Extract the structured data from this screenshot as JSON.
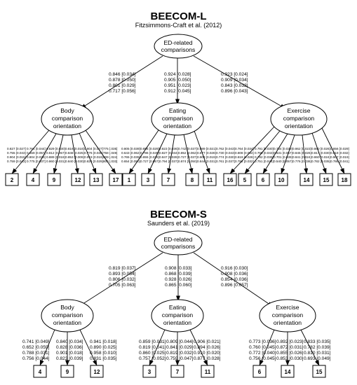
{
  "panels": [
    {
      "title": "BEECOM-L",
      "subtitle": "Fitzsimmons-Craft et al. (2012)",
      "root_label": [
        "ED-related",
        "comparisons"
      ],
      "factor_loadings": [
        [
          "0.846 [0.034]",
          "0.878 [0.050]",
          "0.801 [0.029]",
          "0.717 [0.056]"
        ],
        [
          "0.924 [0.028]",
          "0.905 [0.050]",
          "0.951 [0.023]",
          "0.912 [0.045]"
        ],
        [
          "0.923 [0.024]",
          "0.909 [0.034]",
          "0.843 [0.032]",
          "0.896 [0.043]"
        ]
      ],
      "factors": [
        {
          "label": [
            "Body",
            "comparison",
            "orientation"
          ],
          "items": [
            {
              "id": "2",
              "loadings": [
                "0.827 [0.027]",
                "0.755 [0.043]",
                "0.904 [0.015]",
                "0.759 [0.043]"
              ]
            },
            {
              "id": "4",
              "loadings": [
                "0.764 [0.044]",
                "0.659 [0.057]",
                "0.804 [0.029]",
                "0.775 [0.037]"
              ]
            },
            {
              "id": "9",
              "loadings": [
                "0.829 [0.030]",
                "0.812 [0.057]",
                "0.889 [0.018]",
                "0.860 [0.031]"
              ]
            },
            {
              "id": "12",
              "loadings": [
                "0.816 [0.018]",
                "0.846 [0.025]",
                "0.853 [0.009]",
                "0.840 [0.030]"
              ]
            },
            {
              "id": "13",
              "loadings": [
                "0.804 [0.027]",
                "0.776 [0.036]",
                "0.919 [0.019]",
                "0.826 [0.029]"
              ]
            },
            {
              "id": "17",
              "loadings": [
                "775 [.035]",
                "758 [.049]",
                "809 [.024]",
                "800 [.033]"
              ]
            }
          ]
        },
        {
          "label": [
            "Eating",
            "comparison",
            "orientation"
          ],
          "items": [
            {
              "id": "1",
              "loadings": [
                "0.805 [0.039]",
                "0.643 [0.062]",
                "0.765 [0.039]",
                "0.654 [0.050]"
              ]
            },
            {
              "id": "3",
              "loadings": [
                "0.855 [0.029]",
                "0.796 [0.045]",
                "0.855 [0.028]",
                "0.727 [0.057]"
              ]
            },
            {
              "id": "7",
              "loadings": [
                "0.823 [0.036]",
                "0.827 [0.034]",
                "0.847 [0.039]",
                "0.794 [0.037]"
              ]
            },
            {
              "id": "8",
              "loadings": [
                "0.742 [0.037]",
                "0.852 [0.062]",
                "0.727 [0.037]",
                "0.874 [0.050]"
              ]
            },
            {
              "id": "11",
              "loadings": [
                "0.889 [0.021]",
                "0.877 [0.028]",
                "0.908 [0.019]",
                "0.844 [0.031]"
              ]
            }
          ]
        },
        {
          "label": [
            "Exercise",
            "comparison",
            "orientation"
          ],
          "items": [
            {
              "id": "16",
              "loadings": [
                "0.762 [0.043]",
                "0.730 [0.043]",
                "0.774 [0.030]",
                "0.761 [0.037]"
              ]
            },
            {
              "id": "5",
              "loadings": [
                "0.764 [0.034]",
                "0.808 [0.034]",
                "0.819 [0.028]",
                "0.782 [0.032]"
              ]
            },
            {
              "id": "6",
              "loadings": [
                "0.791 [0.030]",
                "0.760 [0.043]",
                "0.782 [0.039]",
                "0.751 [0.044]"
              ]
            },
            {
              "id": "10",
              "loadings": [
                "0.734 [0.039]",
                "0.631 [0.057]",
                "0.701 [0.039]",
                "0.540 [0.057]"
              ]
            },
            {
              "id": "14",
              "loadings": [
                "0.862 [0.023]",
                "0.845 [0.026]",
                "0.841 [0.024]",
                "0.776 [0.036]"
              ]
            },
            {
              "id": "15",
              "loadings": [
                "0.860 [0.026]",
                "0.817 [0.030]",
                "0.860 [0.024]",
                "0.782 [0.035]"
              ]
            },
            {
              "id": "18",
              "loadings": [
                "0.856 [0.029]",
                "0.818 [0.032]",
                "0.907 [0.019]",
                "0.786 [0.041]"
              ]
            }
          ]
        }
      ]
    },
    {
      "title": "BEECOM-S",
      "subtitle": "Saunders et al. (2019)",
      "root_label": [
        "ED-related",
        "comparisons"
      ],
      "factor_loadings": [
        [
          "0.819 [0.037]",
          "0.893 [0.054]",
          "0.806 [0.032]",
          "0.705 [0.063]"
        ],
        [
          "0.908 [0.033]",
          "0.868 [0.039]",
          "0.928 [0.026]",
          "0.865 [0.060]"
        ],
        [
          "0.916 [0.030]",
          "0.908 [0.036]",
          "0.854 [0.036]",
          "0.896 [0.057]"
        ]
      ],
      "factors": [
        {
          "label": [
            "Body",
            "comparison",
            "orientation"
          ],
          "items": [
            {
              "id": "4",
              "loadings": [
                "0.741 [0.049]",
                "0.652 [0.059]",
                "0.788 [0.031]",
                "0.756 [0.044]"
              ]
            },
            {
              "id": "9",
              "loadings": [
                "0.840 [0.034]",
                "0.828 [0.036]",
                "0.901 [0.018]",
                "0.823 [0.039]"
              ]
            },
            {
              "id": "12",
              "loadings": [
                "0.941 [0.018]",
                "0.890 [0.025]",
                "0.958 [0.010]",
                "0.831 [0.035]"
              ]
            }
          ]
        },
        {
          "label": [
            "Eating",
            "comparison",
            "orientation"
          ],
          "items": [
            {
              "id": "3",
              "loadings": [
                "0.859 [0.031]",
                "0.819 [0.041]",
                "0.860 [0.025]",
                "0.757 [0.052]"
              ]
            },
            {
              "id": "7",
              "loadings": [
                "0.809 [0.044]",
                "0.841 [0.029]",
                "0.819 [0.032]",
                "0.759 [0.047]"
              ]
            },
            {
              "id": "11",
              "loadings": [
                "0.906 [0.021]",
                "0.894 [0.026]",
                "0.910 [0.020]",
                "0.877 [0.028]"
              ]
            }
          ]
        },
        {
          "label": [
            "Exercise",
            "comparison",
            "orientation"
          ],
          "items": [
            {
              "id": "6",
              "loadings": [
                "0.773 [0.036]",
                "0.760 [0.045]",
                "0.772 [0.040]",
                "0.756 [0.045]"
              ]
            },
            {
              "id": "14",
              "loadings": [
                "0.892 [0.023]",
                "0.872 [0.031]",
                "0.855 [0.026]",
                "0.853 [0.030]"
              ]
            },
            {
              "id": "15",
              "loadings": [
                "0.833 [0.035]",
                "0.782 [0.039]",
                "0.810 [0.031]",
                "0.693 [0.049]"
              ]
            }
          ]
        }
      ]
    }
  ]
}
